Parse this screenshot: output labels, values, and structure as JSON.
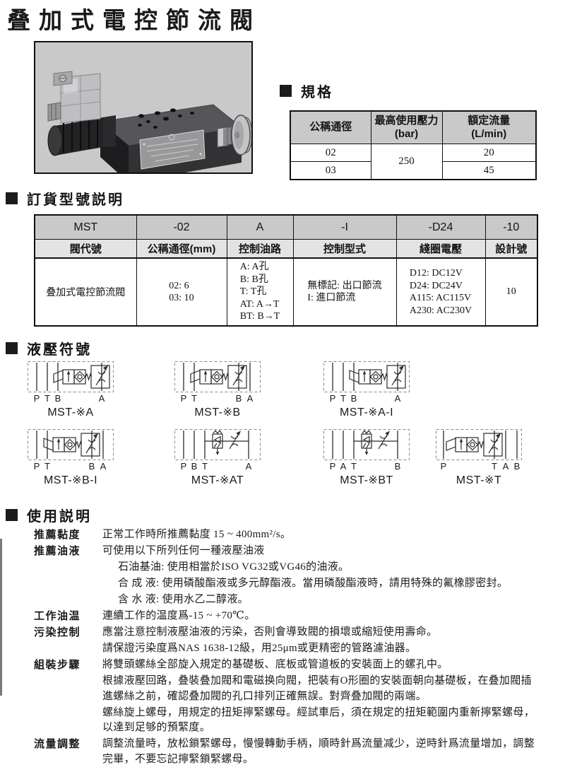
{
  "page": {
    "title": "叠加式電控節流閥"
  },
  "specs": {
    "section_title": "規格",
    "headers": {
      "col1": "公稱通徑",
      "col2_main": "最高使用壓力",
      "col2_sub": "(bar)",
      "col3_main": "額定流量",
      "col3_sub": "(L/min)"
    },
    "pressure": "250",
    "rows": [
      {
        "size": "02",
        "flow": "20"
      },
      {
        "size": "03",
        "flow": "45"
      }
    ]
  },
  "ordering": {
    "section_title": "訂貨型號説明",
    "code_row": [
      "MST",
      "-02",
      "A",
      "-I",
      "-D24",
      "-10"
    ],
    "label_row": [
      "閥代號",
      "公稱通徑(mm)",
      "控制油路",
      "控制型式",
      "綫圈電壓",
      "設計號"
    ],
    "content_row": [
      "叠加式電控節流閥",
      "02:  6\n03:  10",
      "A:  A孔\nB:  B孔\nT:  T孔\nAT:  A→T\nBT:  B→T",
      "無標記: 出口節流\nI: 進口節流",
      "D12:  DC12V\nD24:  DC24V\nA115:  AC115V\nA230:  AC230V",
      "10"
    ]
  },
  "symbols": {
    "section_title": "液壓符號",
    "items": [
      {
        "caption": "MST-※A",
        "ports": [
          "P",
          "T",
          "B",
          "A"
        ]
      },
      {
        "caption": "MST-※B",
        "ports": [
          "P",
          "T",
          "B",
          "A"
        ]
      },
      {
        "caption": "MST-※A-I",
        "ports": [
          "P",
          "T",
          "B",
          "A"
        ]
      },
      {
        "caption": "MST-※B-I",
        "ports": [
          "P",
          "T",
          "B",
          "A"
        ]
      },
      {
        "caption": "MST-※AT",
        "ports": [
          "P",
          "B",
          "T",
          "A"
        ]
      },
      {
        "caption": "MST-※BT",
        "ports": [
          "P",
          "A",
          "T",
          "B"
        ]
      },
      {
        "caption": "MST-※T",
        "ports": [
          "P",
          "T",
          "A",
          "B"
        ]
      }
    ]
  },
  "usage": {
    "section_title": "使用説明",
    "rows": [
      {
        "label": "推薦黏度",
        "text": "正常工作時所推薦黏度  15 ~ 400mm²/s。"
      },
      {
        "label": "推薦油液",
        "text": "可使用以下所列任何一種液壓油液"
      },
      {
        "label": "",
        "text": "石油基油: 使用相當於ISO VG32或VG46的油液。"
      },
      {
        "label": "",
        "text": "合 成 液: 使用磷酸酯液或多元醇酯液。當用磷酸酯液時，請用特殊的氟橡膠密封。"
      },
      {
        "label": "",
        "text": "含 水 液: 使用水乙二醇液。"
      },
      {
        "label": "工作油温",
        "text": "連續工作的温度爲-15 ~ +70℃。"
      },
      {
        "label": "污染控制",
        "text": "應當注意控制液壓油液的污染，否則會導致閥的損壞或縮短使用壽命。"
      },
      {
        "label": "",
        "text": "請保證污染度爲NAS 1638-12級，用25μm或更精密的管路濾油器。"
      },
      {
        "label": "組裝步驟",
        "text": "將雙頭螺絲全部旋入規定的基礎板、底板或管道板的安裝面上的螺孔中。"
      },
      {
        "label": "",
        "text": "根據液壓回路，叠裝叠加閥和電磁换向閥，把裝有O形圈的安裝面朝向基礎板，在叠加閥插進螺絲之前，確認叠加閥的孔口排列正確無誤。對齊叠加閥的兩端。"
      },
      {
        "label": "",
        "text": "螺絲旋上螺母，用規定的扭矩擰緊螺母。經試車后，須在規定的扭矩範圍内重新擰緊螺母，以達到足够的預緊度。"
      },
      {
        "label": "流量調整",
        "text": "調整流量時，放松鎖緊螺母，慢慢轉動手柄，順時針爲流量减少，逆時針爲流量增加，調整完畢，不要忘記擰緊鎖緊螺母。"
      }
    ]
  },
  "colors": {
    "header_bg": "#c9c9c9",
    "subheader_bg": "#e3e3e3",
    "border": "#111111"
  }
}
